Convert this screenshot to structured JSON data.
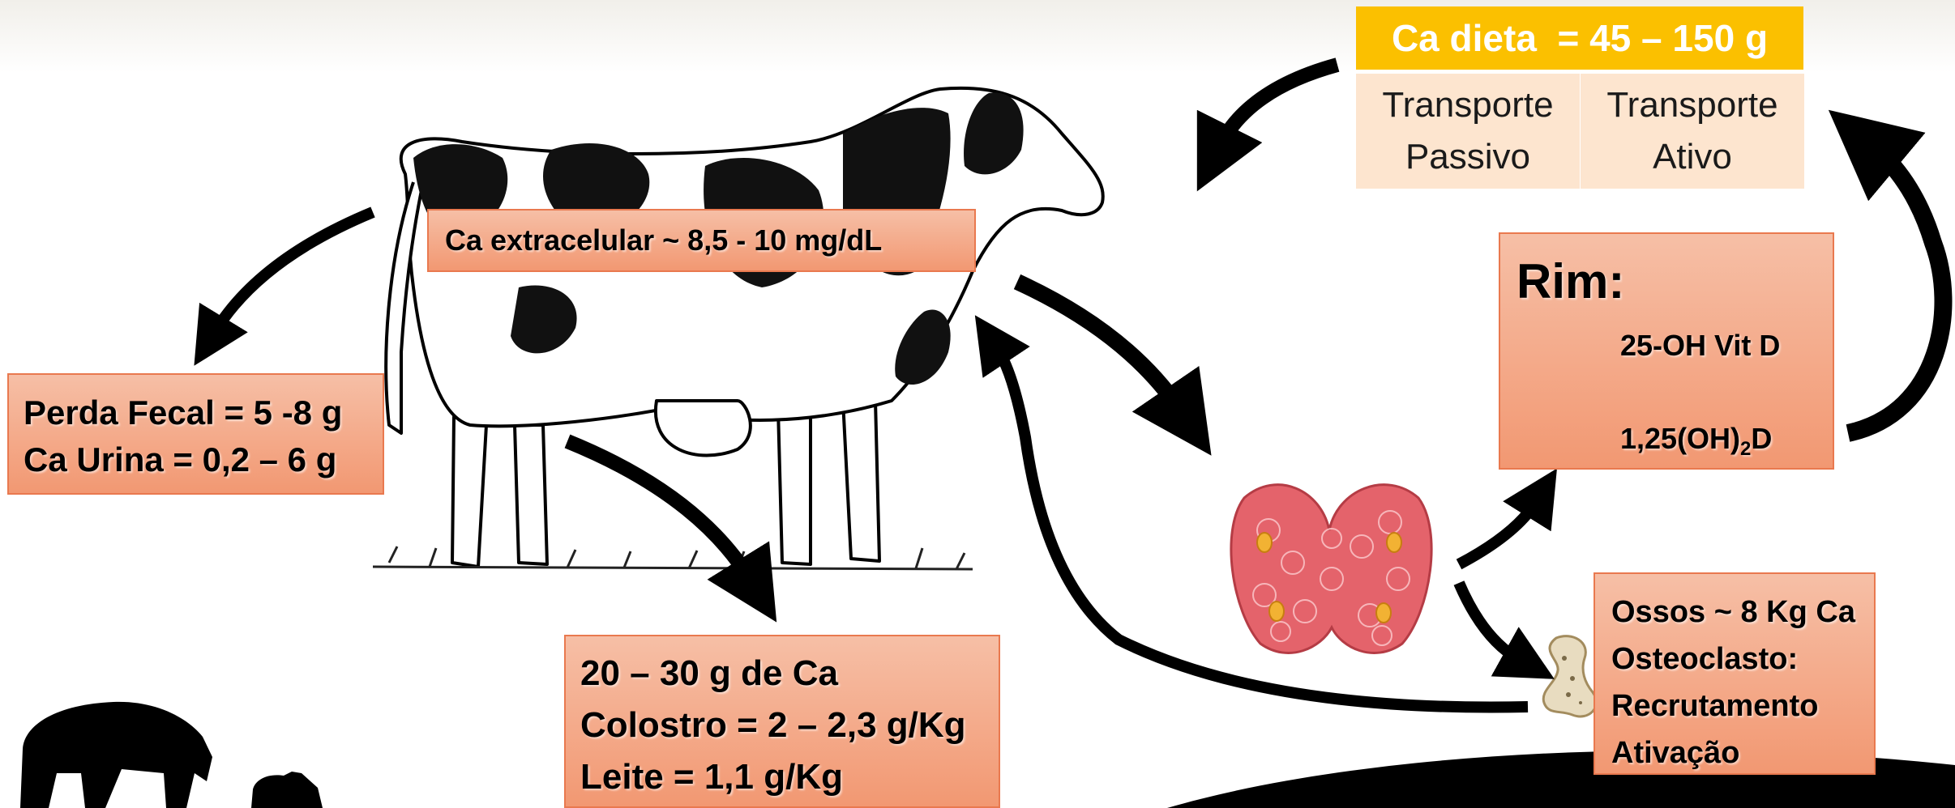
{
  "diet": {
    "header": "Ca dieta  = 45 – 150 g",
    "passive": [
      "Transporte",
      "Passivo"
    ],
    "active": [
      "Transporte",
      "Ativo"
    ]
  },
  "extracellular": "Ca extracelular ~ 8,5 - 10 mg/dL",
  "losses": [
    "Perda Fecal = 5 -8 g",
    "Ca Urina = 0,2 – 6 g"
  ],
  "milk": [
    "20 – 30 g de Ca",
    "Colostro = 2 – 2,3 g/Kg",
    "Leite = 1,1  g/Kg"
  ],
  "kidney": {
    "title": "Rim:",
    "from": "25-OH Vit D",
    "to_main": "1,25(OH)",
    "to_sub": "2",
    "to_end": "D"
  },
  "bones": [
    "Ossos ~ 8 Kg Ca",
    "Osteoclasto:",
    "Recrutamento",
    "Ativação"
  ],
  "colors": {
    "diet_header": "#fbc000",
    "transport_cells": "#fde5cf",
    "boxes": "#f29872",
    "gland": "#e4636b"
  }
}
